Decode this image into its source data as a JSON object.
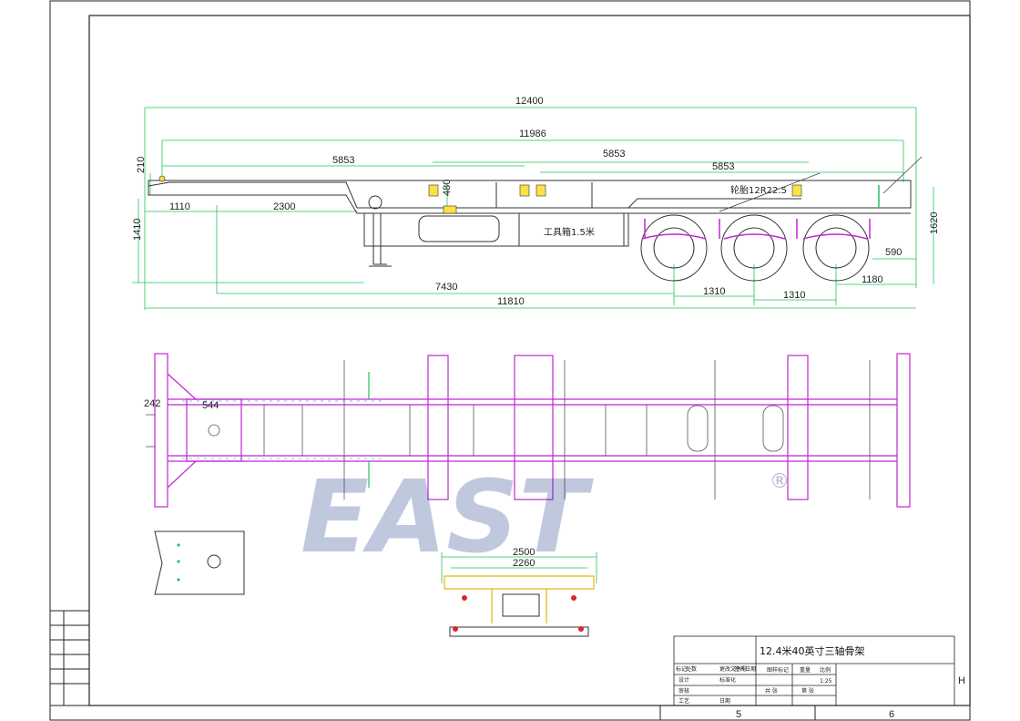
{
  "drawing": {
    "title": "12.4米40英寸三轴骨架",
    "scale": "1:25",
    "tire_note": "轮胎12R22.5",
    "toolbox_note": "工具箱1.5米",
    "watermark": "EAST",
    "watermark_mark": "®",
    "colors": {
      "dimension": "#22c55e",
      "frame": "#c026d3",
      "outline": "#333333",
      "accent": "#eab308",
      "watermark": "#1e3a8a"
    }
  },
  "dimensions": {
    "overall_length": "12400",
    "length_11986": "11986",
    "kingpin_to_lock": "5853",
    "lock_span_a": "5853",
    "lock_span_b": "5853",
    "front_height": "210",
    "front_offset": "1110",
    "gooseneck": "2300",
    "rear_frame_height": "480",
    "landing_height": "1410",
    "total_height": "1620",
    "rear_overhang": "590",
    "kingpin_to_axle": "7430",
    "wheelbase": "11810",
    "axle_spacing_1": "1310",
    "axle_spacing_2": "1310",
    "rear_end": "1180",
    "top_left_small_1": "242",
    "top_left_small_2": "544",
    "rear_view_width": "2500",
    "rear_view_inner": "2260"
  },
  "title_block": {
    "row1": [
      "标记",
      "处数",
      "更改文件号",
      "签名",
      "日期"
    ],
    "row2": [
      "设计",
      "标准化"
    ],
    "row3": [
      "审核"
    ],
    "row4": [
      "工艺",
      "日期"
    ],
    "headers": [
      "图样标记",
      "重量",
      "比例"
    ],
    "sheet_a": "共 张",
    "sheet_b": "第 张"
  },
  "border": {
    "zone_5": "5",
    "zone_6": "6",
    "zone_h": "H"
  }
}
